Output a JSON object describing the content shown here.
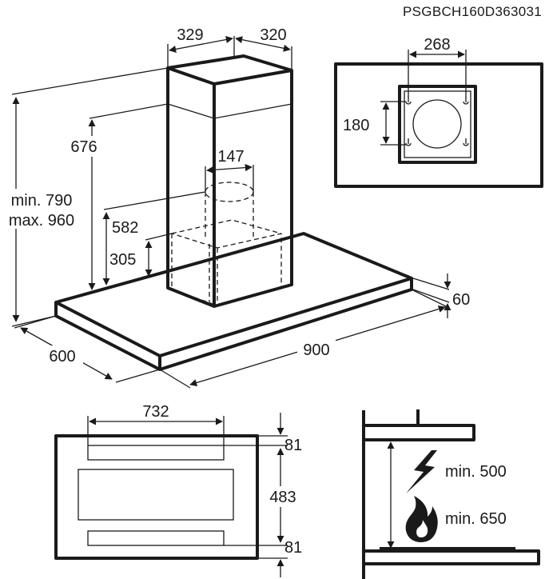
{
  "model_code": "PSGBCH160D363031",
  "chimney": {
    "width": "329",
    "depth": "320"
  },
  "outlet_view": {
    "width": "268",
    "height": "180"
  },
  "heights": {
    "overall_min": "min. 790",
    "overall_max": "max. 960",
    "chimney_upper": "676",
    "motor_unit": "582",
    "lower_unit": "305",
    "outlet_diameter": "147"
  },
  "canopy": {
    "thickness": "60",
    "depth": "600",
    "width": "900"
  },
  "bottom_view": {
    "filter_width": "732",
    "margin_top": "81",
    "filter_gap": "483",
    "margin_bottom": "81"
  },
  "clearance": {
    "electric_label": "min. 500",
    "gas_label": "min. 650"
  },
  "icons": {
    "electric": "lightning-icon",
    "gas": "flame-icon"
  }
}
